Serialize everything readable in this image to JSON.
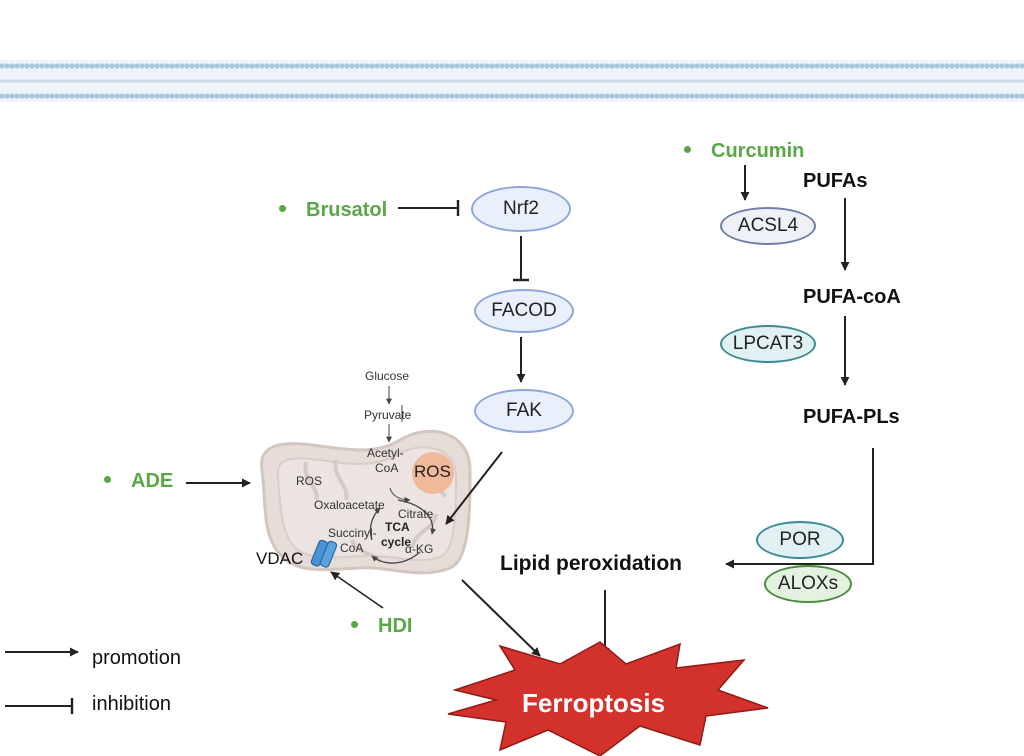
{
  "drugs": {
    "curcumin": "Curcumin",
    "brusatol": "Brusatol",
    "ade": "ADE",
    "hdi": "HDI"
  },
  "nodes": {
    "nrf2": "Nrf2",
    "facod": "FACOD",
    "fak": "FAK",
    "acsl4": "ACSL4",
    "lpcat3": "LPCAT3",
    "por": "POR",
    "aloxs": "ALOXs",
    "ros_circle": "ROS"
  },
  "lipid_chain": {
    "pufas": "PUFAs",
    "pufa_coa": "PUFA-coA",
    "pufa_pls": "PUFA-PLs",
    "lipid_peroxidation": "Lipid peroxidation"
  },
  "mitochondrion": {
    "glucose": "Glucose",
    "pyruvate": "Pyruvate",
    "acetyl_coa_1": "Acetyl-",
    "acetyl_coa_2": "CoA",
    "ros": "ROS",
    "oxaloacetate": "Oxaloacetate",
    "citrate": "Citrate",
    "tca_1": "TCA",
    "tca_2": "cycle",
    "succinyl_1": "Succinyl-",
    "succinyl_2": "CoA",
    "akg": "α-KG",
    "vdac": "VDAC"
  },
  "outcome": "Ferroptosis",
  "legend": {
    "promotion": "promotion",
    "inhibition": "inhibition"
  },
  "colors": {
    "drug_green": "#5aa845",
    "ferroptosis_red": "#d3312b",
    "membrane_blue": "#a9c7de"
  }
}
